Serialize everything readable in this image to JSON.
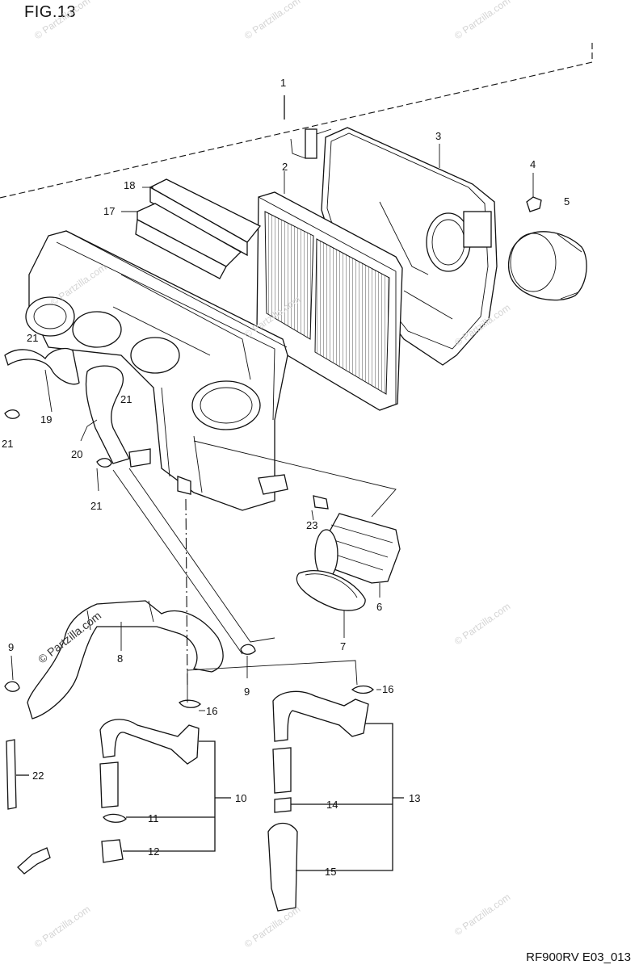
{
  "figure": {
    "title": "FIG.13",
    "code": "RF900RV E03_013"
  },
  "watermark": {
    "text": "© Partzilla.com",
    "main_text": "© Partzilla.com"
  },
  "callouts": [
    {
      "id": "c1",
      "label": "1"
    },
    {
      "id": "c2",
      "label": "2"
    },
    {
      "id": "c3",
      "label": "3"
    },
    {
      "id": "c4",
      "label": "4"
    },
    {
      "id": "c5",
      "label": "5"
    },
    {
      "id": "c6",
      "label": "6"
    },
    {
      "id": "c7",
      "label": "7"
    },
    {
      "id": "c8",
      "label": "8"
    },
    {
      "id": "c9a",
      "label": "9"
    },
    {
      "id": "c9b",
      "label": "9"
    },
    {
      "id": "c10",
      "label": "10"
    },
    {
      "id": "c11",
      "label": "11"
    },
    {
      "id": "c12",
      "label": "12"
    },
    {
      "id": "c13",
      "label": "13"
    },
    {
      "id": "c14",
      "label": "14"
    },
    {
      "id": "c15",
      "label": "15"
    },
    {
      "id": "c16a",
      "label": "16"
    },
    {
      "id": "c16b",
      "label": "16"
    },
    {
      "id": "c17",
      "label": "17"
    },
    {
      "id": "c18",
      "label": "18"
    },
    {
      "id": "c19",
      "label": "19"
    },
    {
      "id": "c20",
      "label": "20"
    },
    {
      "id": "c21a",
      "label": "21"
    },
    {
      "id": "c21b",
      "label": "21"
    },
    {
      "id": "c21c",
      "label": "21"
    },
    {
      "id": "c21d",
      "label": "21"
    },
    {
      "id": "c22",
      "label": "22"
    },
    {
      "id": "c23",
      "label": "23"
    }
  ]
}
